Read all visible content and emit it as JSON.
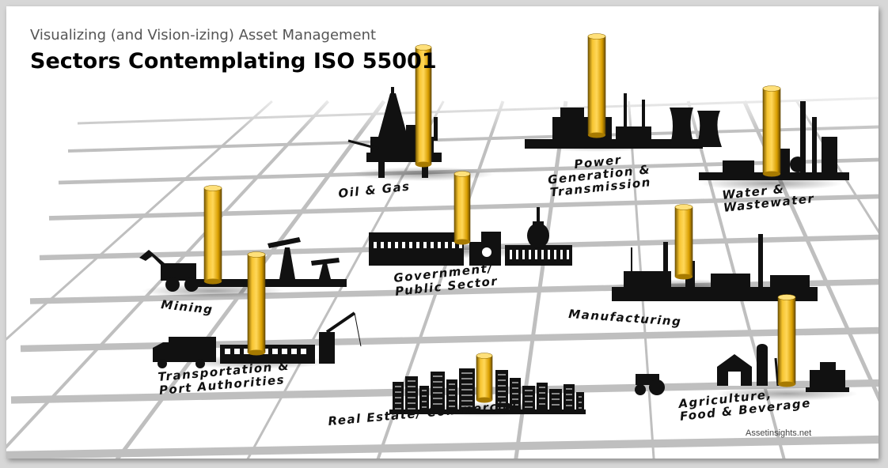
{
  "header": {
    "subtitle": "Visualizing (and Vision-izing) Asset Management",
    "title": "Sectors Contemplating ISO 55001"
  },
  "sectors": [
    {
      "id": "oil-gas",
      "label_lines": [
        "Oil & Gas"
      ],
      "icon": "oil-rig-icon"
    },
    {
      "id": "power",
      "label_lines": [
        "Power",
        "Generation &",
        "Transmission"
      ],
      "icon": "power-plant-icon"
    },
    {
      "id": "water",
      "label_lines": [
        "Water &",
        "Wastewater"
      ],
      "icon": "water-treatment-icon"
    },
    {
      "id": "mining",
      "label_lines": [
        "Mining"
      ],
      "icon": "excavator-pumpjack-icon"
    },
    {
      "id": "government",
      "label_lines": [
        "Government/",
        "Public Sector"
      ],
      "icon": "capitol-building-icon"
    },
    {
      "id": "manufacturing",
      "label_lines": [
        "Manufacturing"
      ],
      "icon": "factory-icon"
    },
    {
      "id": "transportation",
      "label_lines": [
        "Transportation &",
        "Port Authorities"
      ],
      "icon": "truck-train-crane-icon"
    },
    {
      "id": "real-estate",
      "label_lines": [
        "Real Estate/ Commercial"
      ],
      "icon": "city-skyline-icon"
    },
    {
      "id": "agriculture",
      "label_lines": [
        "Agriculture,",
        "Food & Beverage"
      ],
      "icon": "farm-icon"
    }
  ],
  "colors": {
    "pillar": "#f3b800",
    "silhouette": "#111111",
    "grid_line": "#8c8c8c"
  },
  "footer": {
    "credit": "Assetinsights.net"
  }
}
